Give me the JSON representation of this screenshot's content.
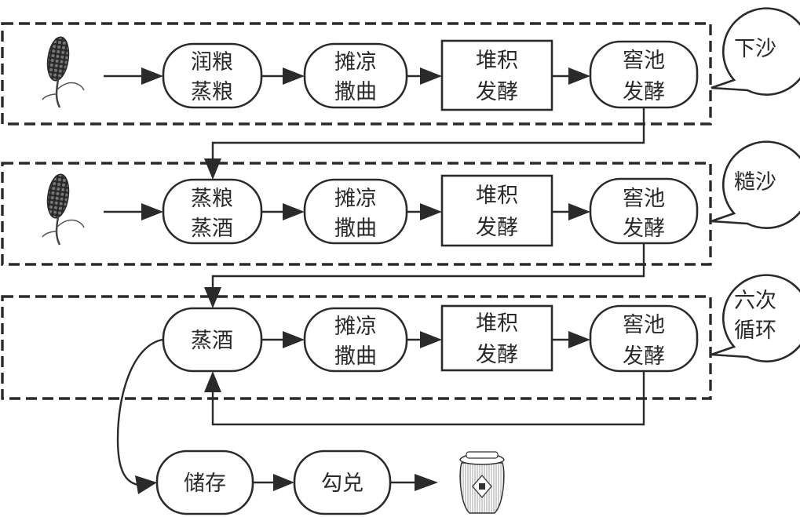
{
  "diagram": {
    "type": "process-flow",
    "colors": {
      "stroke": "#2a2a2a",
      "background": "#ffffff"
    },
    "stages": [
      {
        "id": "xiasha",
        "label_lines": [
          "下沙"
        ],
        "input_icon": "sorghum-icon",
        "steps": [
          {
            "lines": [
              "润粮",
              "蒸粮"
            ],
            "shape": "rounded"
          },
          {
            "lines": [
              "摊凉",
              "撒曲"
            ],
            "shape": "rounded"
          },
          {
            "lines": [
              "堆积",
              "发酵"
            ],
            "shape": "rect"
          },
          {
            "lines": [
              "窖池",
              "发酵"
            ],
            "shape": "rounded"
          }
        ]
      },
      {
        "id": "zaosha",
        "label_lines": [
          "糙沙"
        ],
        "input_icon": "sorghum-icon",
        "steps": [
          {
            "lines": [
              "蒸粮",
              "蒸酒"
            ],
            "shape": "rounded"
          },
          {
            "lines": [
              "摊凉",
              "撒曲"
            ],
            "shape": "rounded"
          },
          {
            "lines": [
              "堆积",
              "发酵"
            ],
            "shape": "rect"
          },
          {
            "lines": [
              "窖池",
              "发酵"
            ],
            "shape": "rounded"
          }
        ]
      },
      {
        "id": "cycle",
        "label_lines": [
          "六次",
          "循环"
        ],
        "input_icon": null,
        "steps": [
          {
            "lines": [
              "蒸酒"
            ],
            "shape": "rounded"
          },
          {
            "lines": [
              "摊凉",
              "撒曲"
            ],
            "shape": "rounded"
          },
          {
            "lines": [
              "堆积",
              "发酵"
            ],
            "shape": "rect"
          },
          {
            "lines": [
              "窖池",
              "发酵"
            ],
            "shape": "rounded"
          }
        ]
      }
    ],
    "final_steps": [
      {
        "lines": [
          "储存"
        ],
        "shape": "rounded"
      },
      {
        "lines": [
          "勾兑"
        ],
        "shape": "rounded"
      }
    ],
    "output_icon": "liquor-jar-icon"
  }
}
